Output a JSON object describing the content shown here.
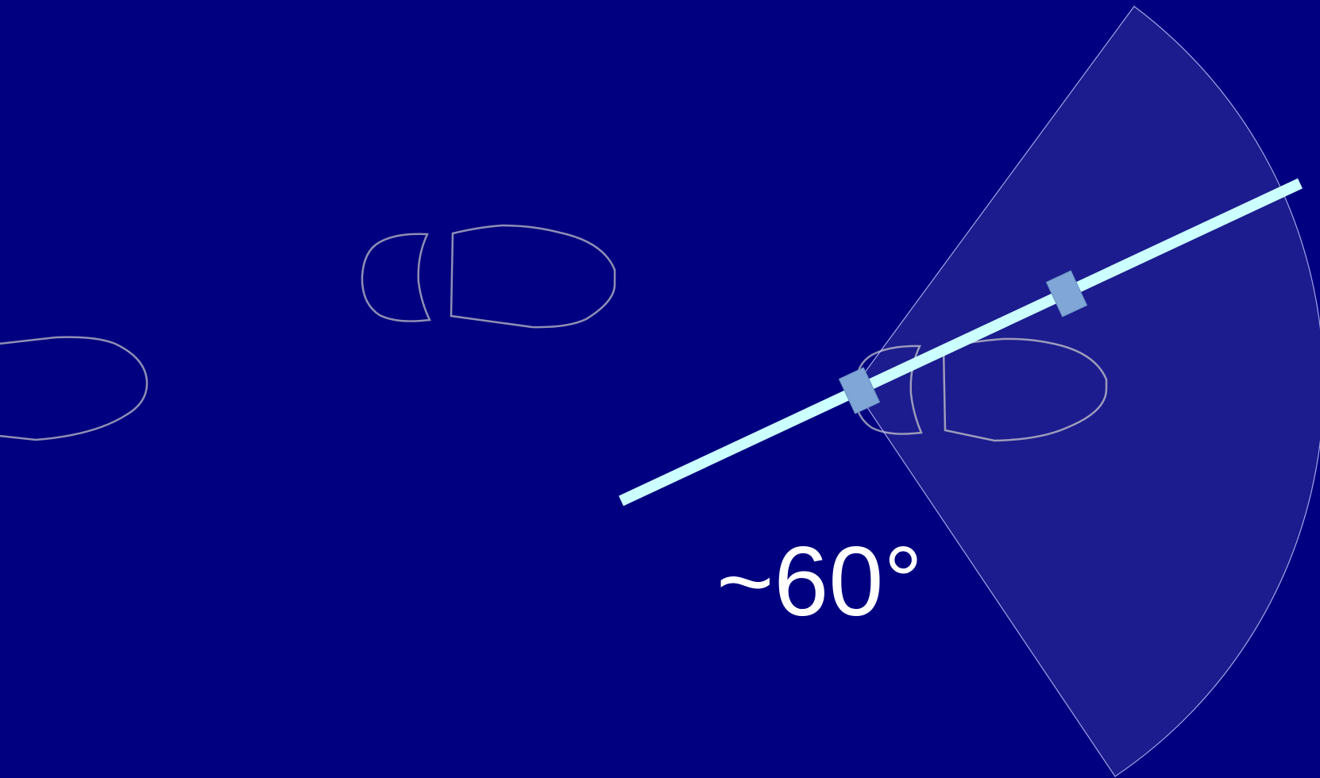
{
  "angle_label": "~60°",
  "colors": {
    "background": "#000080",
    "footprint_outline": "#8f8fb5",
    "cone_fill": "#1e1e8a",
    "cone_edge": "#c8c8ff",
    "stick": "#ccffff",
    "markers": "#7fa6d6",
    "label": "#ffffff"
  },
  "footprints": [
    "left-footprint",
    "middle-footprint",
    "right-footprint"
  ]
}
